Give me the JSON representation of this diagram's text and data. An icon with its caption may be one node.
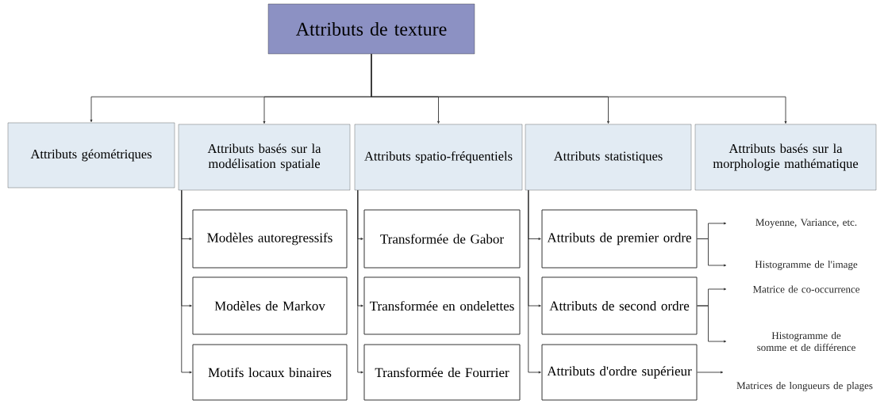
{
  "diagram": {
    "nodes": [
      {
        "text": [
          "Attributs de texture"
        ]
      },
      {
        "text": [
          "Attributs géométriques"
        ]
      },
      {
        "text": [
          "Attributs basés sur la modélisation spatiale"
        ]
      },
      {
        "text": [
          "Attributs spatio-fréquentiels"
        ]
      },
      {
        "text": [
          "Attributs statistiques"
        ]
      },
      {
        "text": [
          "Attributs basés sur la morphologie mathématique"
        ]
      },
      {
        "text": [
          "Modèles autoregressifs"
        ]
      },
      {
        "text": [
          "Modèles de Markov"
        ]
      },
      {
        "text": [
          "Motifs locaux binaires"
        ]
      },
      {
        "text": [
          "Transformée de Gabor"
        ]
      },
      {
        "text": [
          "Transformée en ondelettes"
        ]
      },
      {
        "text": [
          "Transformée de Fourrier"
        ]
      },
      {
        "text": [
          "Attributs de premier ordre"
        ]
      },
      {
        "text": [
          "Attributs de second ordre"
        ]
      },
      {
        "text": [
          "Attributs d'ordre supérieur"
        ]
      },
      {
        "text": [
          "Moyenne, Variance, etc."
        ]
      },
      {
        "text": [
          "Histogramme de l'image"
        ]
      },
      {
        "text": [
          "Matrice de co-occurrence"
        ]
      },
      {
        "text": [
          "Histogramme de somme et de différence"
        ]
      },
      {
        "text": [
          "Matrices de longueurs de plages"
        ]
      }
    ],
    "edges": [
      {
        "from": 0,
        "to": 1,
        "arrow": "to"
      },
      {
        "from": 0,
        "to": 2,
        "arrow": "to"
      },
      {
        "from": 0,
        "to": 3,
        "arrow": "to"
      },
      {
        "from": 0,
        "to": 4,
        "arrow": "to"
      },
      {
        "from": 0,
        "to": 5,
        "arrow": "to"
      },
      {
        "from": 2,
        "to": 6,
        "arrow": "to"
      },
      {
        "from": 2,
        "to": 7,
        "arrow": "to"
      },
      {
        "from": 2,
        "to": 8,
        "arrow": "to"
      },
      {
        "from": 3,
        "to": 9,
        "arrow": "to"
      },
      {
        "from": 3,
        "to": 10,
        "arrow": "to"
      },
      {
        "from": 3,
        "to": 11,
        "arrow": "to"
      },
      {
        "from": 4,
        "to": 12,
        "arrow": "to"
      },
      {
        "from": 4,
        "to": 13,
        "arrow": "to"
      },
      {
        "from": 4,
        "to": 14,
        "arrow": "to"
      },
      {
        "from": 12,
        "to": 15,
        "arrow": "to"
      },
      {
        "from": 12,
        "to": 16,
        "arrow": "to"
      },
      {
        "from": 13,
        "to": 17,
        "arrow": "to"
      },
      {
        "from": 13,
        "to": 18,
        "arrow": "to"
      },
      {
        "from": 14,
        "to": 19,
        "arrow": "to"
      }
    ]
  }
}
